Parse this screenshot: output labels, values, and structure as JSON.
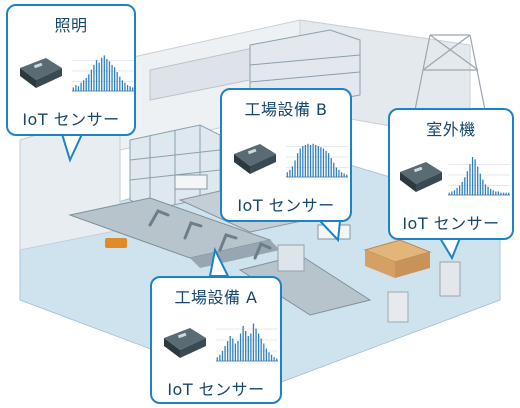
{
  "callouts": {
    "lighting": {
      "title": "照明",
      "caption": "IoT センサー"
    },
    "line_b": {
      "title": "工場設備 B",
      "caption": "IoT センサー"
    },
    "outdoor": {
      "title": "室外機",
      "caption": "IoT センサー"
    },
    "line_a": {
      "title": "工場設備 A",
      "caption": "IoT センサー"
    }
  },
  "colors": {
    "callout_border": "#1c84c6",
    "callout_text": "#16466b",
    "spectrum_bar": "#2f7fc1",
    "floor": "#cfe3ef",
    "sensor_body": "#3a4a52"
  },
  "icons": [
    "iot-sensor-device-icon",
    "vibration-spectrum-icon"
  ]
}
